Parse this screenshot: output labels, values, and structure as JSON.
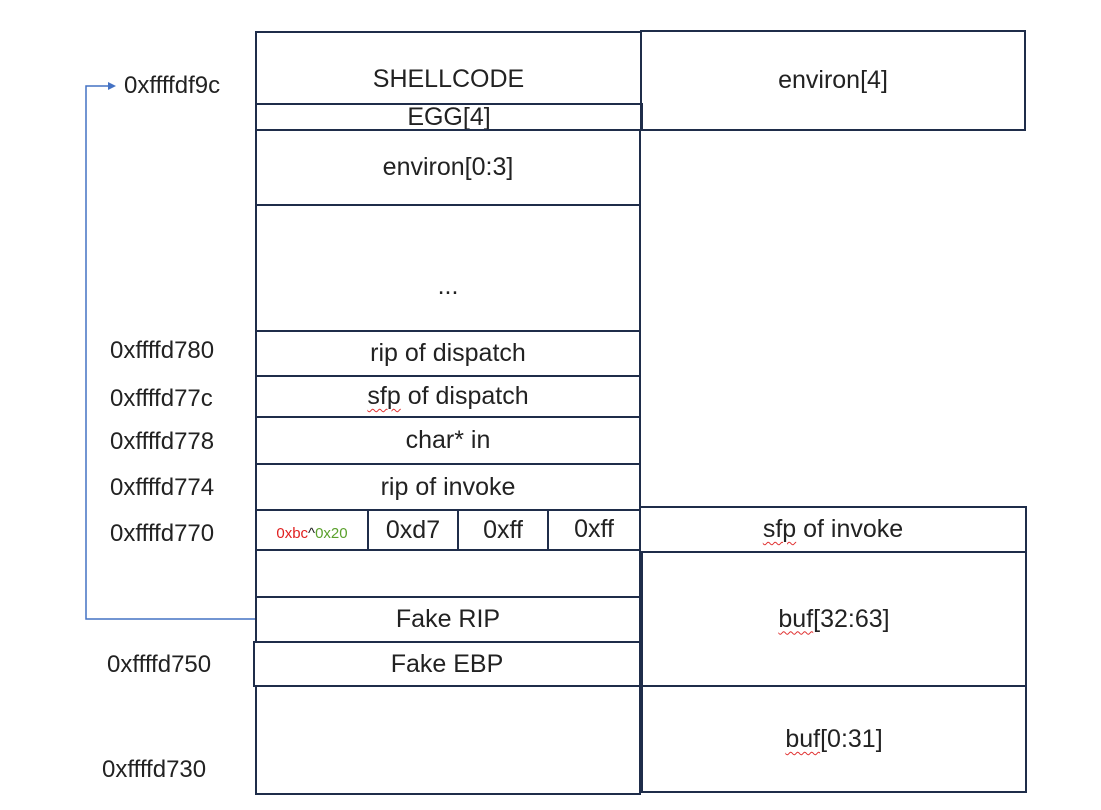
{
  "addresses": {
    "a_df9c": "0xffffdf9c",
    "a_d780": "0xffffd780",
    "a_d77c": "0xffffd77c",
    "a_d778": "0xffffd778",
    "a_d774": "0xffffd774",
    "a_d770": "0xffffd770",
    "a_d750": "0xffffd750",
    "a_d730": "0xffffd730"
  },
  "left_stack": {
    "shellcode": "SHELLCODE",
    "egg": "EGG[4]",
    "environ_0_3": "environ[0:3]",
    "ellipsis": "...",
    "rip_dispatch": "rip of dispatch",
    "sfp_dispatch_word": "sfp",
    "sfp_dispatch_rest": " of dispatch",
    "char_in": "char* in",
    "rip_invoke": "rip of invoke",
    "byte0_red": "0xbc",
    "byte0_caret": "^",
    "byte0_green": "0x20",
    "byte1": "0xd7",
    "byte2": "0xff",
    "byte3": "0xff",
    "blank": "",
    "fake_rip": "Fake RIP",
    "fake_ebp": "Fake EBP",
    "bottom_blank": ""
  },
  "right_stack": {
    "environ_4": "environ[4]",
    "sfp_invoke_word": "sfp",
    "sfp_invoke_rest": " of invoke",
    "buf_hi_word": "buf",
    "buf_hi_rest": "[32:63]",
    "buf_lo_word": "buf",
    "buf_lo_rest": "[0:31]"
  },
  "colors": {
    "border": "#1f2d4a",
    "arrow": "#4472c4",
    "xor_left": "#e02020",
    "xor_right": "#5aa02c"
  }
}
